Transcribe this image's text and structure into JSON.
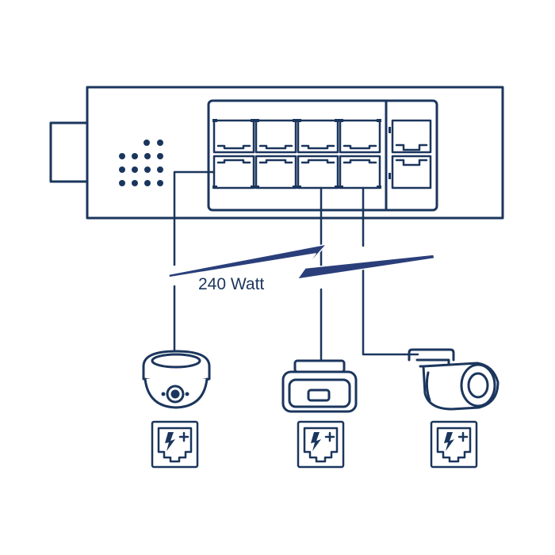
{
  "power": {
    "label": "240 Watt"
  },
  "colors": {
    "stroke": "#1b365d",
    "bolt": "#2a3f7a",
    "background": "#ffffff"
  },
  "switch": {
    "rj45_ports": 8,
    "sfp_ports": 2
  },
  "devices": [
    {
      "type": "dome-camera",
      "poe_icon": "poe-plus-port-icon"
    },
    {
      "type": "box-camera",
      "poe_icon": "poe-plus-port-icon"
    },
    {
      "type": "bullet-camera",
      "poe_icon": "poe-plus-port-icon"
    }
  ]
}
